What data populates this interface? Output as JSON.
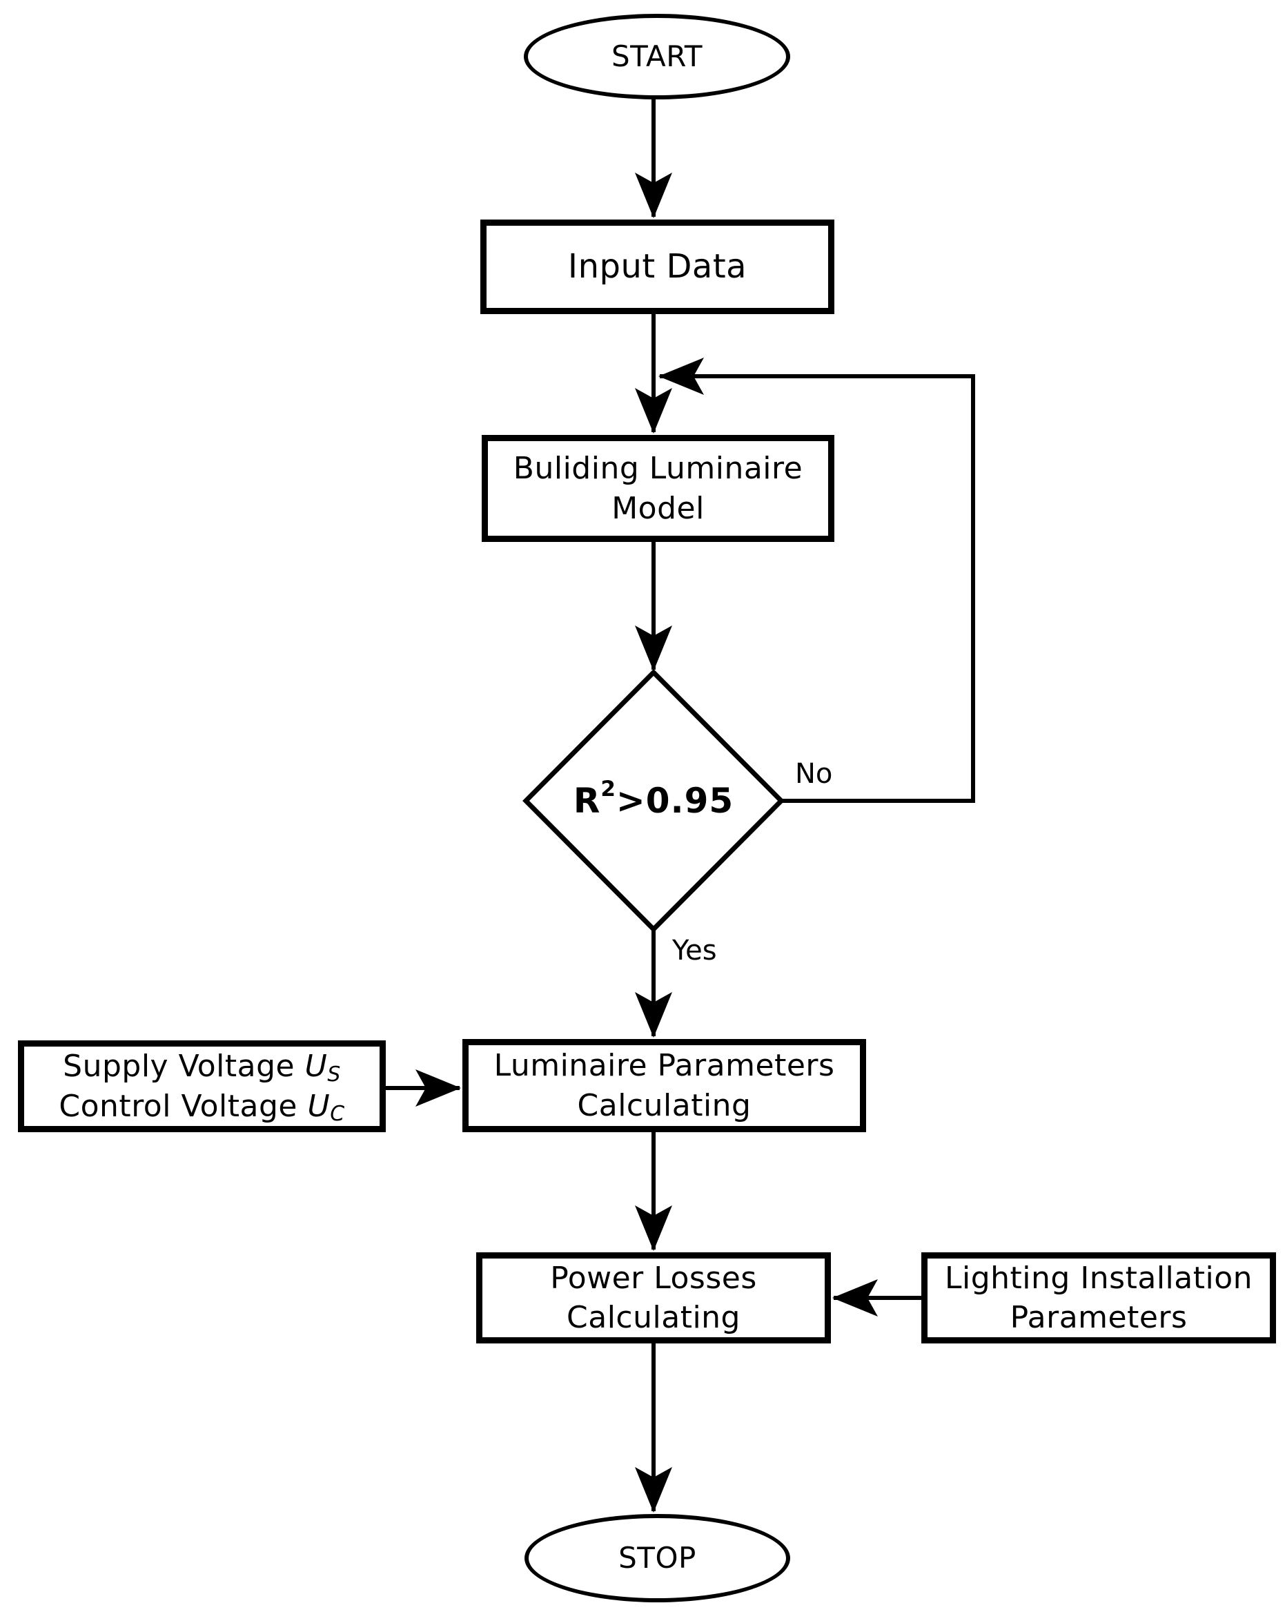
{
  "colors": {
    "ink": "#000000",
    "background": "#ffffff"
  },
  "nodes": {
    "start": {
      "label": "START"
    },
    "input_data": {
      "label": "Input Data"
    },
    "building_model": {
      "line1": "Buliding Luminaire",
      "line2": "Model"
    },
    "decision": {
      "base": "R",
      "exponent": "2",
      "condition": ">0.95"
    },
    "supply_control": {
      "line1_text": "Supply Voltage ",
      "line1_var": "U",
      "line1_sub": "S",
      "line2_text": "Control Voltage ",
      "line2_var": "U",
      "line2_sub": "C"
    },
    "luminaire_params": {
      "line1": "Luminaire Parameters",
      "line2": "Calculating"
    },
    "power_losses": {
      "line1": "Power Losses",
      "line2": "Calculating"
    },
    "lighting_installation": {
      "line1": "Lighting Installation",
      "line2": "Parameters"
    },
    "stop": {
      "label": "STOP"
    }
  },
  "edge_labels": {
    "no": "No",
    "yes": "Yes"
  }
}
